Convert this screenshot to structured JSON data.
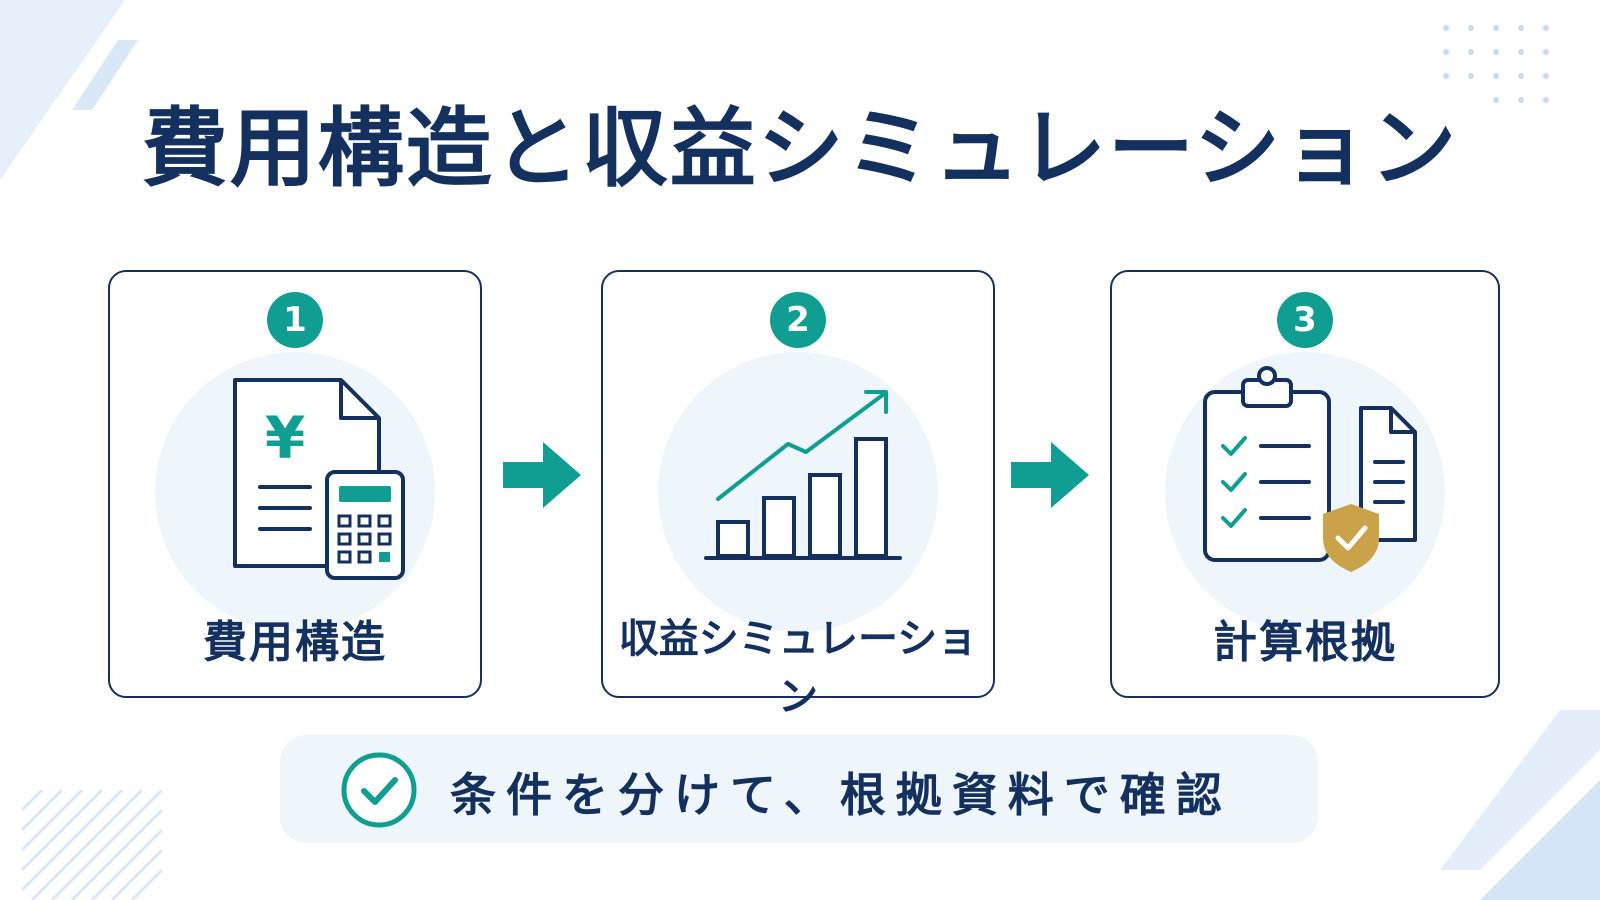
{
  "title": "費用構造と収益シミュレーション",
  "steps": [
    {
      "number": "1",
      "label": "費用構造",
      "icon": "invoice-calculator-icon"
    },
    {
      "number": "2",
      "label": "収益シミュレーション",
      "icon": "growth-bar-chart-icon"
    },
    {
      "number": "3",
      "label": "計算根拠",
      "icon": "checklist-document-shield-icon"
    }
  ],
  "connectors": [
    "arrow-right-icon",
    "arrow-right-icon"
  ],
  "summary": {
    "text": "条件を分けて、根拠資料で確認",
    "icon": "check-circle-icon"
  },
  "currency_symbol": "¥",
  "colors": {
    "navy": "#14305e",
    "teal": "#0f9e91",
    "gold": "#c9a24a",
    "light_bg": "#eef5fb"
  }
}
